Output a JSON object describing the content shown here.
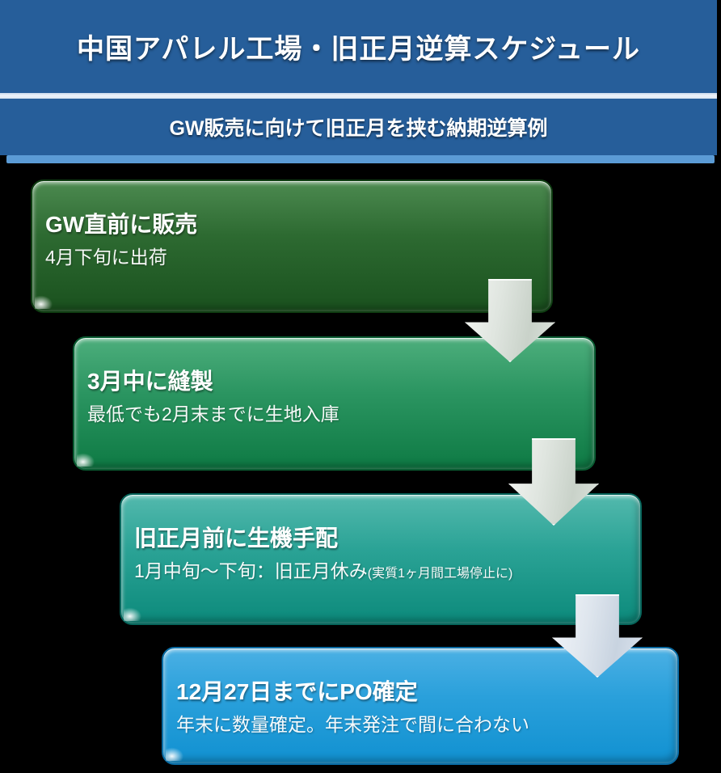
{
  "header": {
    "title": "中国アパレル工場・旧正月逆算スケジュール",
    "subtitle": "GW販売に向けて旧正月を挟む納期逆算例"
  },
  "steps": [
    {
      "title": "GW直前に販売",
      "subtitle": "4月下旬に出荷",
      "colors": {
        "top": "#4c8a50",
        "mid": "#2d6a31",
        "bottom": "#1a511e",
        "border": "#0f3d12"
      }
    },
    {
      "title": "3月中に縫製",
      "subtitle": "最低でも2月末までに生地入庫",
      "colors": {
        "top": "#4dae7c",
        "mid": "#2b9561",
        "bottom": "#0e7a44",
        "border": "#0a5c32"
      }
    },
    {
      "title": "旧正月前に生機手配",
      "subtitle": "1月中旬～下旬：旧正月休み",
      "subtitle_note": "(実質1ヶ月間工場停止に)",
      "colors": {
        "top": "#53b9ad",
        "mid": "#2ba396",
        "bottom": "#0c8a7b",
        "border": "#07655b"
      }
    },
    {
      "title": "12月27日までにPO確定",
      "subtitle": "年末に数量確定。年末発注で間に合わない",
      "colors": {
        "top": "#4bb0e4",
        "mid": "#2aa0db",
        "bottom": "#1191d1",
        "border": "#0a6ca4"
      }
    }
  ],
  "colors": {
    "background": "#000000",
    "banner_blue": "#265E9A",
    "separator": "#eef3fa",
    "strip_blue": "#5B9BD5",
    "arrow_light": "#f4f6f3",
    "arrow_dark": "#c9d2c9",
    "text_white": "#ffffff"
  }
}
